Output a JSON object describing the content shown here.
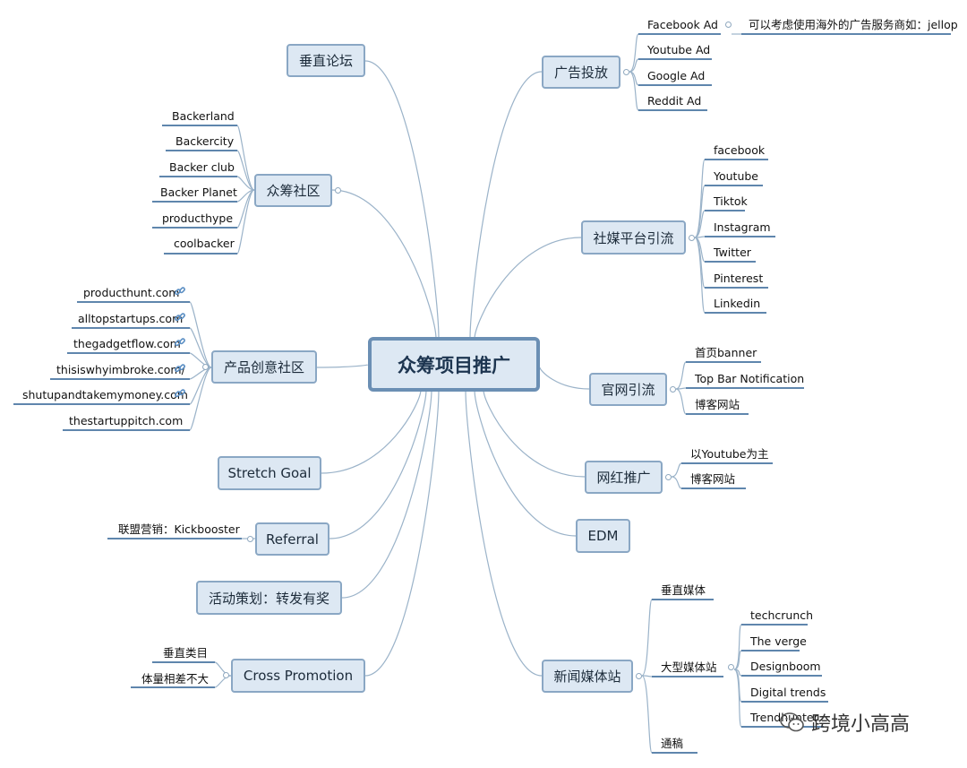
{
  "central": "众筹项目推广",
  "topics": {
    "vertical_forum": "垂直论坛",
    "crowdfunding_community": "众筹社区",
    "product_idea_community": "产品创意社区",
    "stretch_goal": "Stretch Goal",
    "referral": "Referral",
    "campaign": "活动策划：转发有奖",
    "cross_promotion": "Cross Promotion",
    "ads": "广告投放",
    "social_media": "社媒平台引流",
    "website": "官网引流",
    "influencer": "网红推广",
    "edm": "EDM",
    "news_media": "新闻媒体站"
  },
  "crowdfunding_sites": [
    "Backerland",
    "Backercity",
    "Backer club",
    "Backer Planet",
    "producthype",
    "coolbacker"
  ],
  "idea_sites": [
    "producthunt.com",
    "alltopstartups.com",
    "thegadgetflow.com",
    "thisiswhyimbroke.com/",
    "shutupandtakemymoney.com",
    "thestartuppitch.com"
  ],
  "referral_note": "联盟营销：Kickbooster",
  "cross_promotion_items": [
    "垂直类目",
    "体量相差不大"
  ],
  "ad_channels": [
    "Facebook Ad",
    "Youtube Ad",
    "Google Ad",
    "Reddit Ad"
  ],
  "ad_note": "可以考虑使用海外的广告服务商如：jellop",
  "social_platforms": [
    "facebook",
    "Youtube",
    "Tiktok",
    "Instagram",
    "Twitter",
    "Pinterest",
    "Linkedin"
  ],
  "website_items": [
    "首页banner",
    "Top Bar Notification",
    "博客网站"
  ],
  "influencer_items": [
    "以Youtube为主",
    "博客网站"
  ],
  "news_items": [
    "垂直媒体",
    "大型媒体站",
    "通稿"
  ],
  "big_media_sites": [
    "techcrunch",
    "The verge",
    "Designboom",
    "Digital trends",
    "Trendhunter"
  ],
  "watermark": "跨境小高高",
  "colors": {
    "topic_fill": "#dde8f3",
    "topic_border": "#8aa7c4",
    "central_border": "#6b8fb4",
    "branch_line": "#9bb3c9",
    "leaf_underline": "#5f86ad"
  }
}
